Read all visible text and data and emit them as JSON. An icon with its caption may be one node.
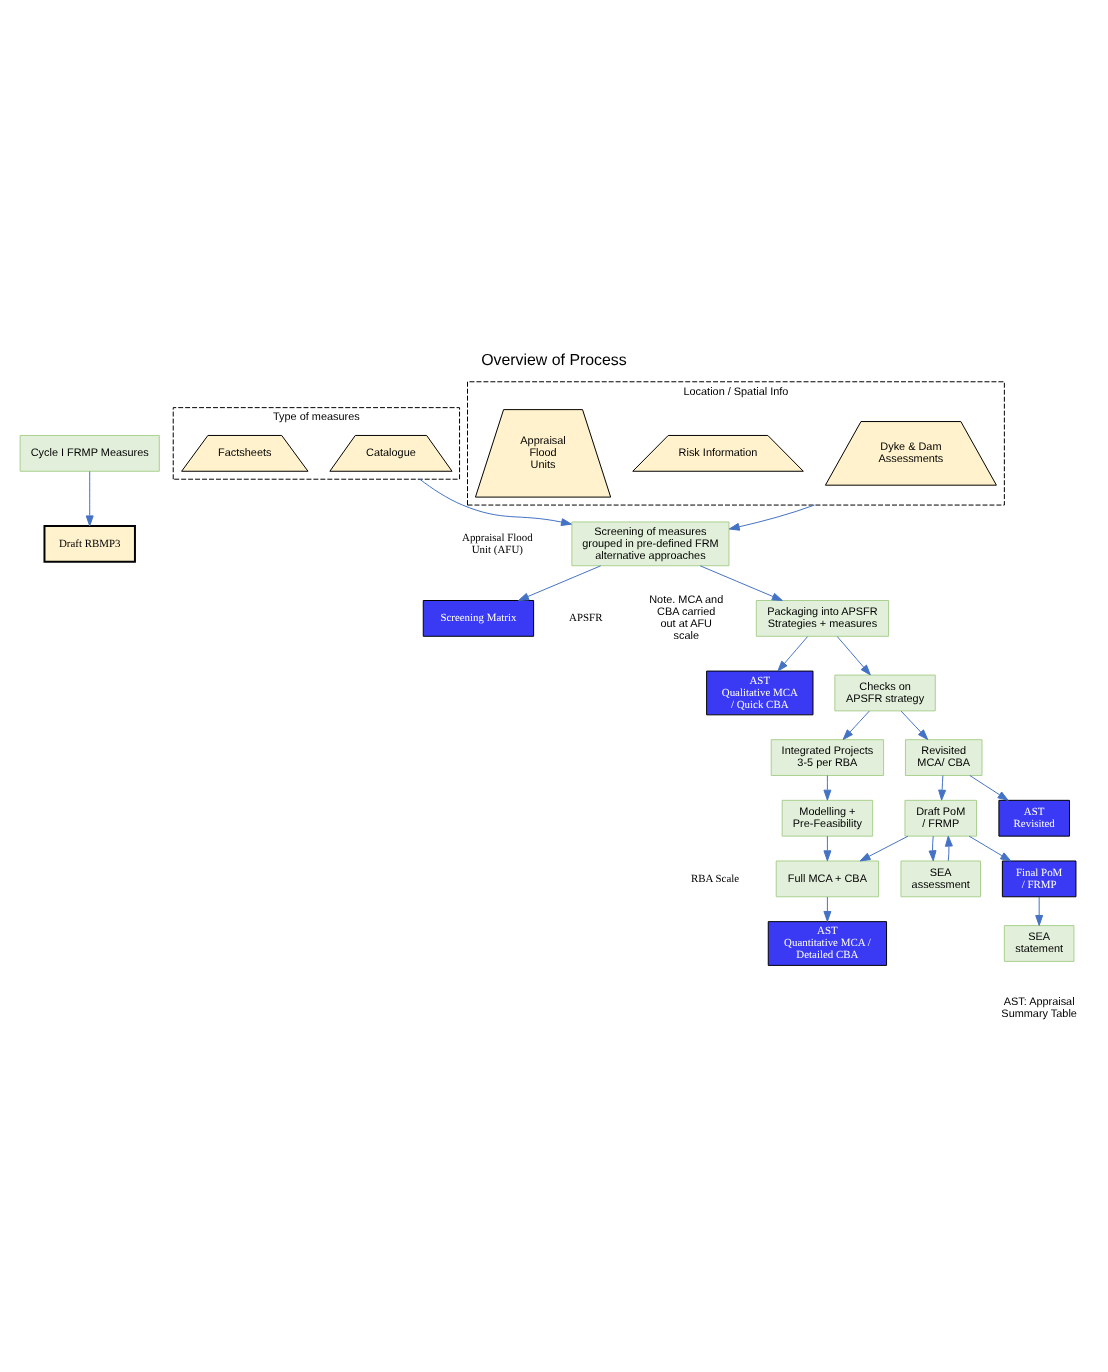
{
  "diagram": {
    "title": "Overview of Process",
    "nodes": [
      {
        "text": [
          "Cycle I FRMP Measures"
        ]
      },
      {
        "text": [
          "Draft RBMP3"
        ]
      },
      {
        "text": [
          "Type of measures"
        ]
      },
      {
        "text": [
          "Catalogue"
        ],
        "in": 2
      },
      {
        "text": [
          "Factsheets"
        ],
        "in": 2
      },
      {
        "text": [
          "Location / Spatial Info"
        ]
      },
      {
        "text": [
          "Dyke & Dam Assessments"
        ],
        "in": 5
      },
      {
        "text": [
          "Risk Information"
        ],
        "in": 5
      },
      {
        "text": [
          "Appraisal Flood Units"
        ],
        "in": 5
      },
      {
        "text": [
          "Screening of measures grouped in pre-defined FRM alternative approaches"
        ]
      },
      {
        "text": [
          "Screening Matrix"
        ]
      },
      {
        "text": [
          "Packaging into APSFR",
          "Strategies + measures"
        ]
      },
      {
        "text": [
          "AST",
          "Qualitative MCA / Quick CBA"
        ]
      },
      {
        "text": [
          "Checks on APSFR strategy"
        ]
      },
      {
        "text": [
          "Integrated Projects",
          "3-5 per RBA"
        ]
      },
      {
        "text": [
          "Modelling + Pre-Feasibility"
        ]
      },
      {
        "text": [
          "Full MCA + CBA"
        ]
      },
      {
        "text": [
          "AST",
          "Quantitative MCA / Detailed CBA"
        ]
      },
      {
        "text": [
          "Revisited MCA/ CBA"
        ]
      },
      {
        "text": [
          "AST",
          "Revisited"
        ]
      },
      {
        "text": [
          "Draft PoM / FRMP"
        ]
      },
      {
        "text": [
          "SEA assessment"
        ]
      },
      {
        "text": [
          "Final PoM / FRMP"
        ]
      },
      {
        "text": [
          "SEA statement"
        ]
      }
    ],
    "edges": [
      {
        "from": 0,
        "to": 1,
        "arrow": "to"
      },
      {
        "from": 2,
        "to": 9,
        "arrow": "to"
      },
      {
        "from": 5,
        "to": 9,
        "arrow": "to"
      },
      {
        "from": 9,
        "to": 10,
        "arrow": "to"
      },
      {
        "from": 9,
        "to": 11,
        "arrow": "to"
      },
      {
        "from": 11,
        "to": 12,
        "arrow": "to"
      },
      {
        "from": 11,
        "to": 13,
        "arrow": "to"
      },
      {
        "from": 13,
        "to": 14,
        "arrow": "to"
      },
      {
        "from": 13,
        "to": 18,
        "arrow": "to"
      },
      {
        "from": 14,
        "to": 15,
        "arrow": "to"
      },
      {
        "from": 15,
        "to": 16,
        "arrow": "to"
      },
      {
        "from": 16,
        "to": 17,
        "arrow": "to"
      },
      {
        "from": 18,
        "to": 19,
        "arrow": "to"
      },
      {
        "from": 18,
        "to": 20,
        "arrow": "to"
      },
      {
        "from": 20,
        "to": 21,
        "arrow": "to"
      },
      {
        "from": 21,
        "to": 20,
        "arrow": "to"
      },
      {
        "from": 20,
        "to": 16,
        "arrow": "to"
      },
      {
        "from": 20,
        "to": 22,
        "arrow": "to"
      },
      {
        "from": 22,
        "to": 23,
        "arrow": "to"
      }
    ],
    "labels": [
      "Appraisal Flood Unit (AFU)",
      "APSFR",
      "Note. MCA and CBA carried out at AFU scale",
      "RBA Scale",
      "AST: Appraisal Summary Table"
    ]
  }
}
